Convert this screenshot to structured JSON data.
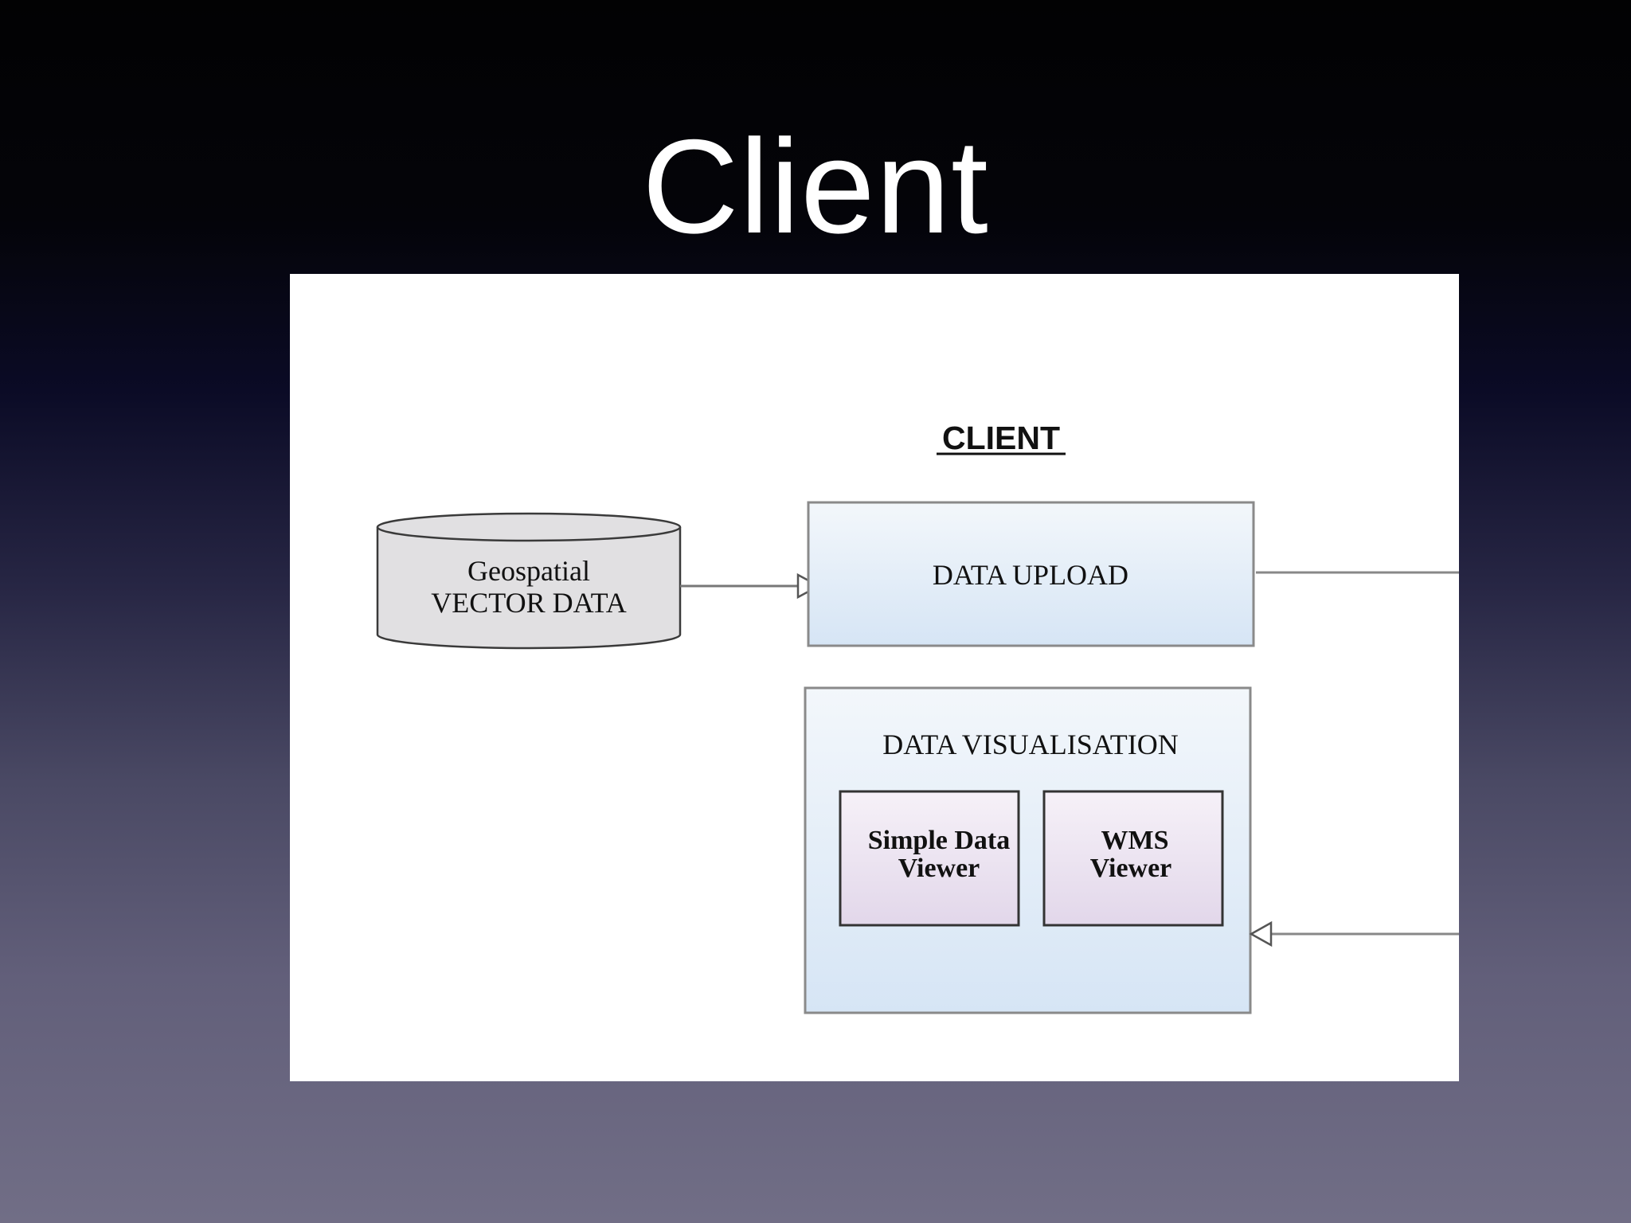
{
  "slide": {
    "title": "Client"
  },
  "diagram": {
    "heading": "CLIENT",
    "database": {
      "line1": "Geospatial",
      "line2": "VECTOR DATA"
    },
    "upload": {
      "label": "DATA UPLOAD"
    },
    "visualisation": {
      "label": "DATA VISUALISATION",
      "simple_viewer": {
        "line1": "Simple Data",
        "line2": "Viewer"
      },
      "wms_viewer": {
        "line1": "WMS",
        "line2": "Viewer"
      }
    }
  },
  "colors": {
    "box_fill_top": "#f3f7fb",
    "box_fill_bottom": "#d6e5f5",
    "viewer_fill_top": "#f6f1f8",
    "viewer_fill_bottom": "#e2d7ea",
    "cylinder_fill": "#e1e0e2"
  }
}
